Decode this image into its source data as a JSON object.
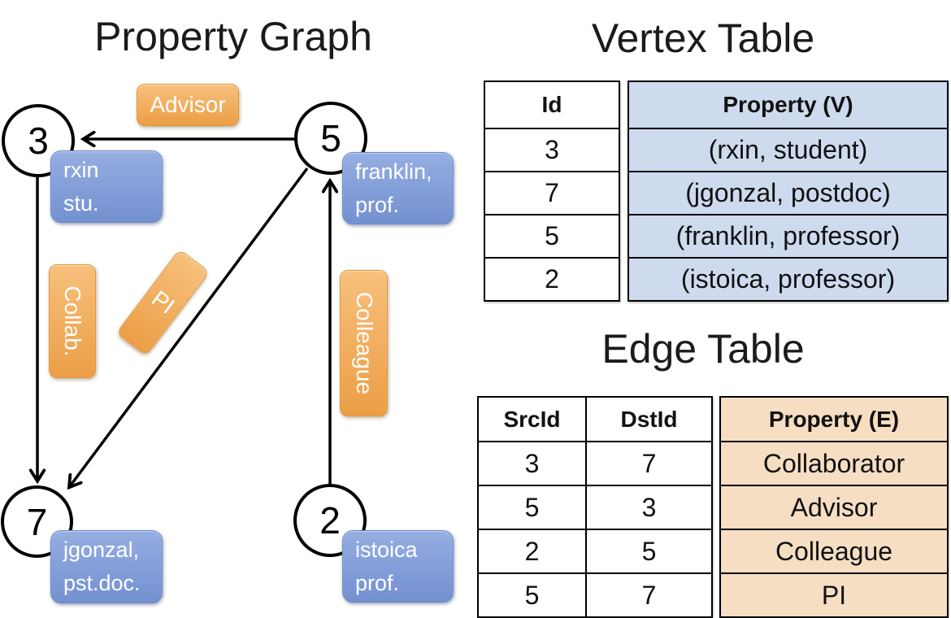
{
  "graph": {
    "title": "Property Graph",
    "nodes": [
      {
        "id": "3",
        "prop_line1": "rxin",
        "prop_line2": "stu."
      },
      {
        "id": "5",
        "prop_line1": "franklin,",
        "prop_line2": "prof."
      },
      {
        "id": "7",
        "prop_line1": "jgonzal,",
        "prop_line2": "pst.doc."
      },
      {
        "id": "2",
        "prop_line1": "istoica",
        "prop_line2": "prof."
      }
    ],
    "edge_labels": {
      "advisor": "Advisor",
      "collab": "Collab.",
      "pi": "PI",
      "colleague": "Colleague"
    }
  },
  "vertex_table": {
    "title": "Vertex Table",
    "headers": {
      "id": "Id",
      "property": "Property (V)"
    },
    "rows": [
      {
        "id": "3",
        "property": "(rxin, student)"
      },
      {
        "id": "7",
        "property": "(jgonzal, postdoc)"
      },
      {
        "id": "5",
        "property": "(franklin, professor)"
      },
      {
        "id": "2",
        "property": "(istoica, professor)"
      }
    ]
  },
  "edge_table": {
    "title": "Edge Table",
    "headers": {
      "src": "SrcId",
      "dst": "DstId",
      "property": "Property (E)"
    },
    "rows": [
      {
        "src": "3",
        "dst": "7",
        "property": "Collaborator"
      },
      {
        "src": "5",
        "dst": "3",
        "property": "Advisor"
      },
      {
        "src": "2",
        "dst": "5",
        "property": "Colleague"
      },
      {
        "src": "5",
        "dst": "7",
        "property": "PI"
      }
    ]
  },
  "colors": {
    "edge_label_orange": "#EFA44D",
    "vertex_prop_blue": "#84A0D8",
    "vertex_table_fill": "#CEDAEE",
    "edge_table_fill": "#F6DEC3",
    "line_black": "#000000"
  }
}
